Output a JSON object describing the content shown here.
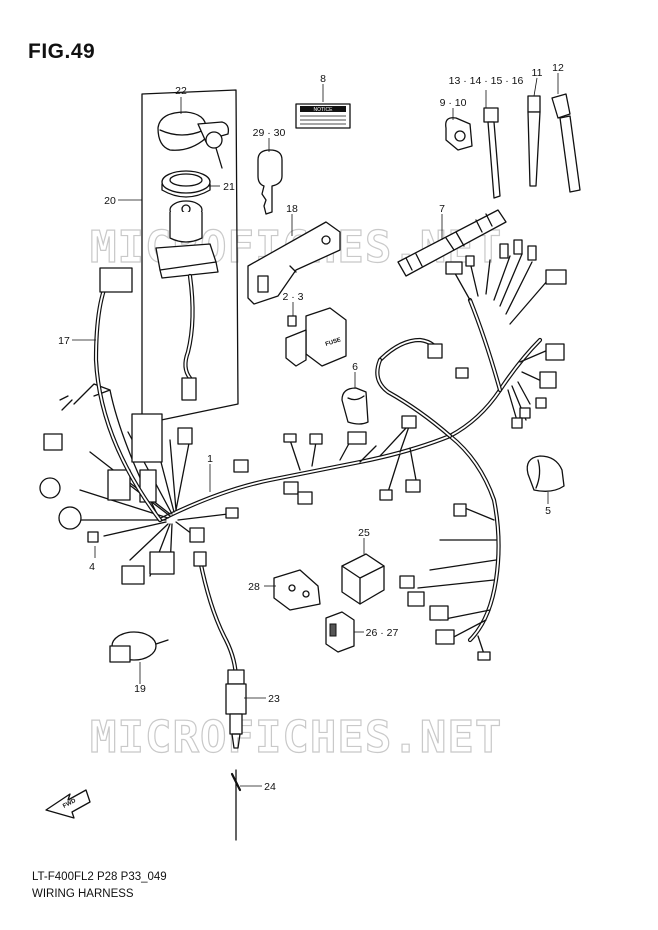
{
  "figure": {
    "title": "FIG.49",
    "model_code": "LT-F400FL2 P28 P33_049",
    "caption": "WIRING HARNESS"
  },
  "watermark": {
    "text": "MICROFICHES.NET"
  },
  "notice_label": {
    "text": "NOTICE"
  },
  "fuse_label": {
    "text": "FUSE"
  },
  "fwd_arrow": {
    "text": "FWD"
  },
  "callouts": [
    "1",
    "2 · 3",
    "4",
    "5",
    "6",
    "7",
    "8",
    "9 · 10",
    "11",
    "12",
    "13 · 14 · 15 · 16",
    "17",
    "18",
    "19",
    "20",
    "21",
    "22",
    "23",
    "24",
    "25",
    "26 · 27",
    "28",
    "29 · 30"
  ]
}
